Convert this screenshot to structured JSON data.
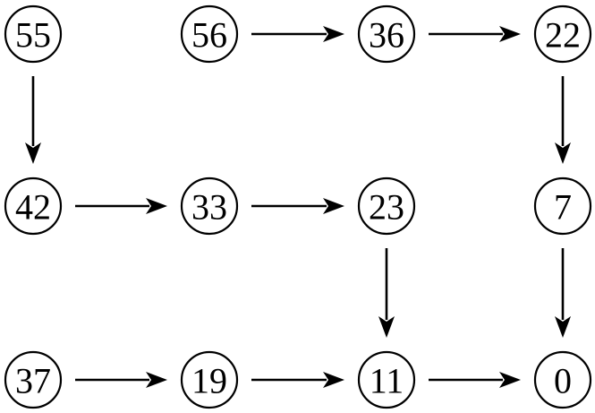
{
  "nodes": [
    {
      "id": "n55",
      "label": "55"
    },
    {
      "id": "n56",
      "label": "56"
    },
    {
      "id": "n36",
      "label": "36"
    },
    {
      "id": "n22",
      "label": "22"
    },
    {
      "id": "n42",
      "label": "42"
    },
    {
      "id": "n33",
      "label": "33"
    },
    {
      "id": "n23",
      "label": "23"
    },
    {
      "id": "n7",
      "label": "7"
    },
    {
      "id": "n37",
      "label": "37"
    },
    {
      "id": "n19",
      "label": "19"
    },
    {
      "id": "n11",
      "label": "11"
    },
    {
      "id": "n0",
      "label": "0"
    }
  ],
  "edges": [
    {
      "from": "n56",
      "to": "n36"
    },
    {
      "from": "n36",
      "to": "n22"
    },
    {
      "from": "n55",
      "to": "n42"
    },
    {
      "from": "n22",
      "to": "n7"
    },
    {
      "from": "n42",
      "to": "n33"
    },
    {
      "from": "n33",
      "to": "n23"
    },
    {
      "from": "n23",
      "to": "n11"
    },
    {
      "from": "n7",
      "to": "n0"
    },
    {
      "from": "n37",
      "to": "n19"
    },
    {
      "from": "n19",
      "to": "n11"
    },
    {
      "from": "n11",
      "to": "n0"
    }
  ]
}
